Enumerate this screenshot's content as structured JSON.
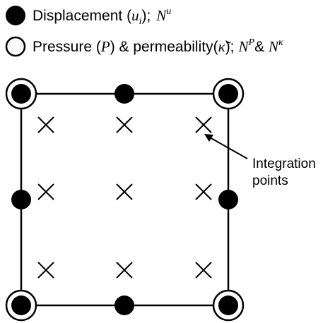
{
  "legend": {
    "displacement": {
      "label": "Displacement ",
      "symbol_open": "(",
      "symbol_var": "u",
      "symbol_sub": "i",
      "symbol_close": ");",
      "shape_var": "N",
      "shape_sup": "u"
    },
    "pressure": {
      "label": "Pressure ",
      "symbol_open": "(",
      "symbol_var": "P",
      "symbol_close": ")",
      "amp1": " & permeability",
      "kappa_open": "(",
      "kappa": "κ̃",
      "kappa_close": ");",
      "shape_var1": "N",
      "shape_sup1": "P",
      "amp2": "& ",
      "shape_var2": "N",
      "shape_sup2": "κ"
    }
  },
  "annotation": {
    "line1": "Integration",
    "line2": "points"
  },
  "colors": {
    "ink": "#000000",
    "background": "#ffffff"
  }
}
